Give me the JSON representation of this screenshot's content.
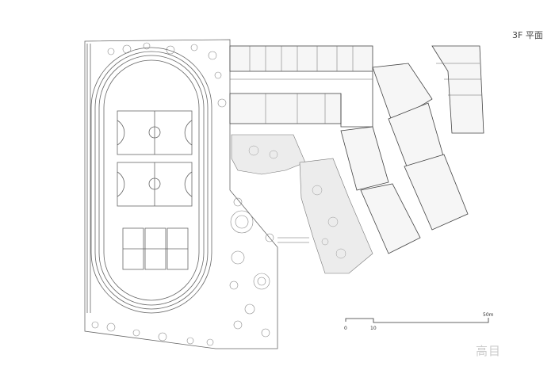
{
  "plan": {
    "title": "3F 平面",
    "scale_bar": {
      "labels": [
        "0",
        "10",
        "50m"
      ],
      "unit": "m",
      "max": 50,
      "mid": 10
    },
    "watermark": "高目"
  },
  "colors": {
    "line": "#555555",
    "garden": "#e6e6e6",
    "room": "#f4f4f4"
  }
}
